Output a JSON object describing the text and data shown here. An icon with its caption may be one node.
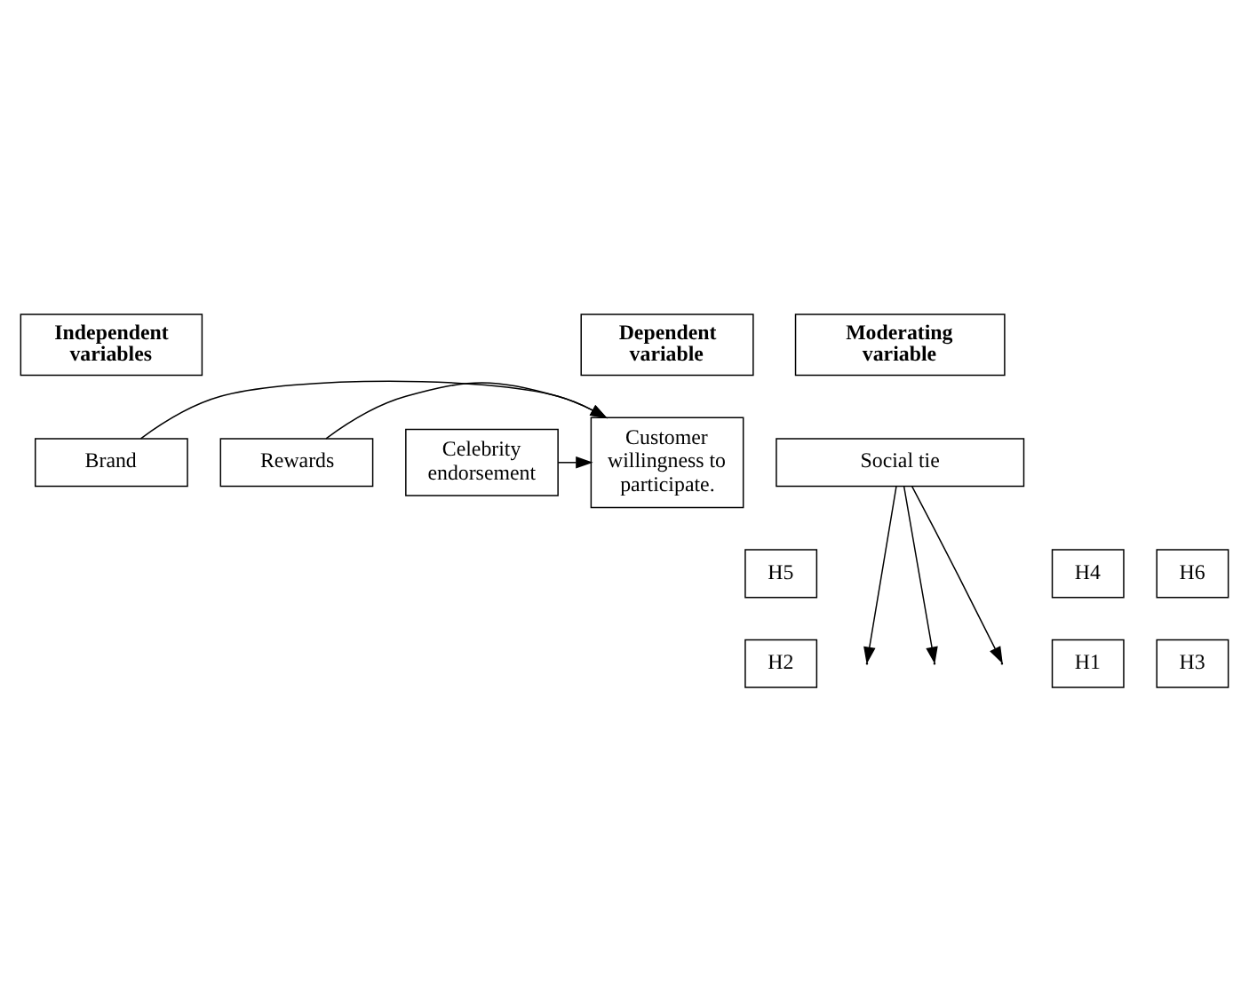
{
  "diagram": {
    "nodes": [
      {
        "text": [
          "Independent variables"
        ]
      },
      {
        "text": [
          "Moderating variable"
        ]
      },
      {
        "text": [
          "Dependent variable"
        ]
      },
      {
        "text": [
          "Social tie"
        ]
      },
      {
        "text": [
          "H4"
        ]
      },
      {
        "text": [
          "H5"
        ]
      },
      {
        "text": [
          "H6"
        ]
      },
      {
        "text": [
          "H1"
        ]
      },
      {
        "text": [
          "Brand"
        ]
      },
      {
        "text": [
          "H2"
        ]
      },
      {
        "text": [
          "Rewards"
        ]
      },
      {
        "text": [
          "Customer willingness to participate."
        ]
      },
      {
        "text": [
          "H3"
        ]
      },
      {
        "text": [
          "Celebrity endorsement"
        ]
      }
    ],
    "edges": [
      {
        "from": 3,
        "to": null,
        "arrow": "to"
      },
      {
        "from": 3,
        "to": null,
        "arrow": "to"
      },
      {
        "from": 3,
        "to": null,
        "arrow": "to"
      },
      {
        "from": 8,
        "to": 11,
        "arrow": "to"
      },
      {
        "from": 10,
        "to": 11,
        "arrow": "to"
      },
      {
        "from": 13,
        "to": 11,
        "arrow": "to"
      }
    ]
  }
}
